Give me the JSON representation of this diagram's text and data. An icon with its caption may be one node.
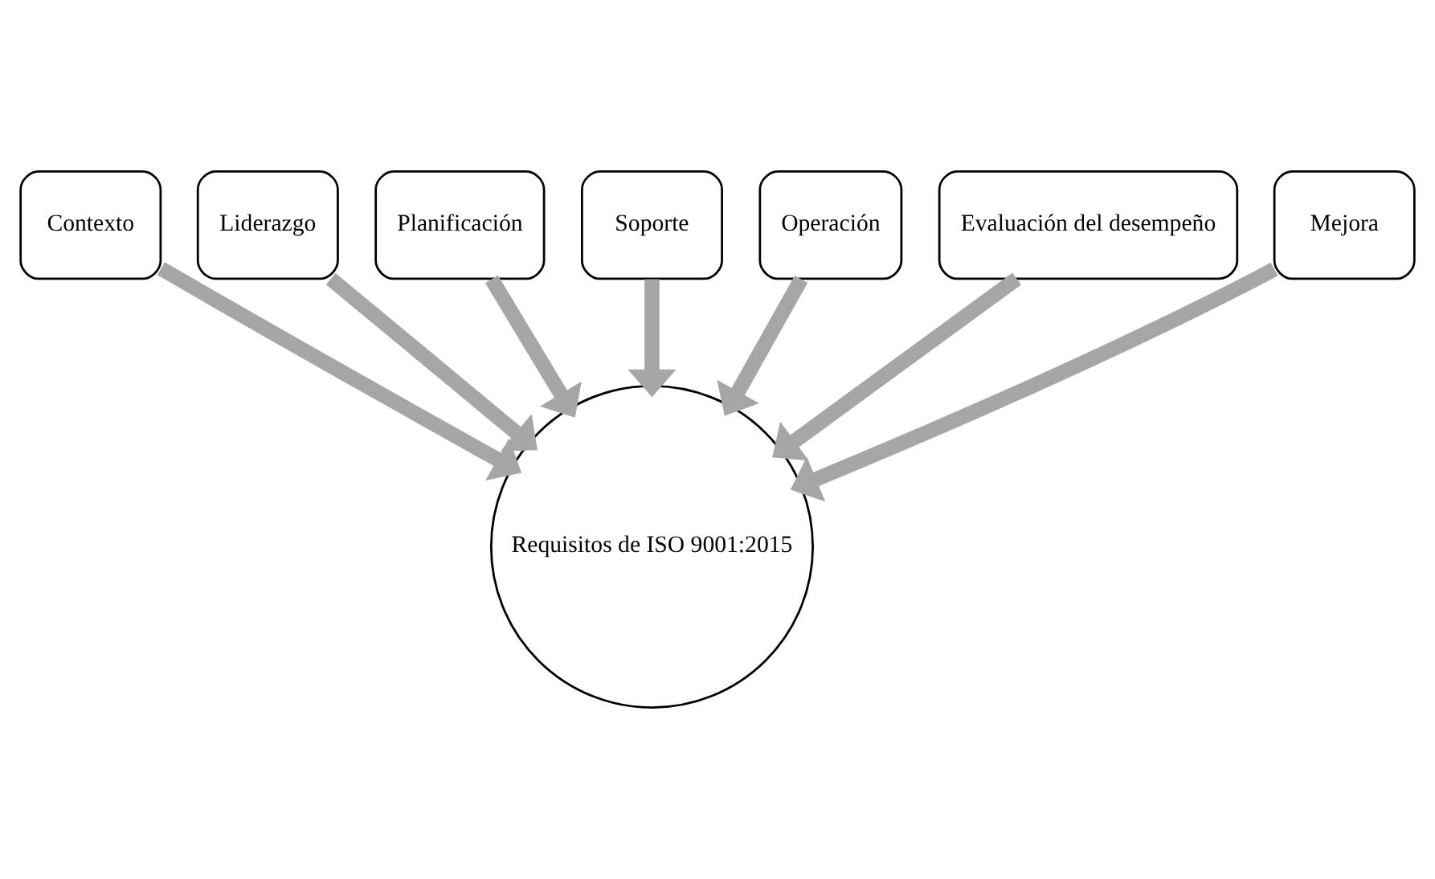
{
  "diagram": {
    "nodes": [
      {
        "text": [
          "Contexto"
        ]
      },
      {
        "text": [
          "Liderazgo"
        ]
      },
      {
        "text": [
          "Planificación"
        ]
      },
      {
        "text": [
          "Soporte"
        ]
      },
      {
        "text": [
          "Operación"
        ]
      },
      {
        "text": [
          "Evaluación del desempeño"
        ]
      },
      {
        "text": [
          "Mejora"
        ]
      },
      {
        "text": [
          "Requisitos de ISO 9001:2015"
        ]
      }
    ],
    "edges": [
      {
        "from": 0,
        "to": 7,
        "arrow": "to"
      },
      {
        "from": 1,
        "to": 7,
        "arrow": "to"
      },
      {
        "from": 2,
        "to": 7,
        "arrow": "to"
      },
      {
        "from": 3,
        "to": 7,
        "arrow": "to"
      },
      {
        "from": 4,
        "to": 7,
        "arrow": "to"
      },
      {
        "from": 5,
        "to": 7,
        "arrow": "to"
      },
      {
        "from": 6,
        "to": 7,
        "arrow": "to"
      }
    ]
  }
}
